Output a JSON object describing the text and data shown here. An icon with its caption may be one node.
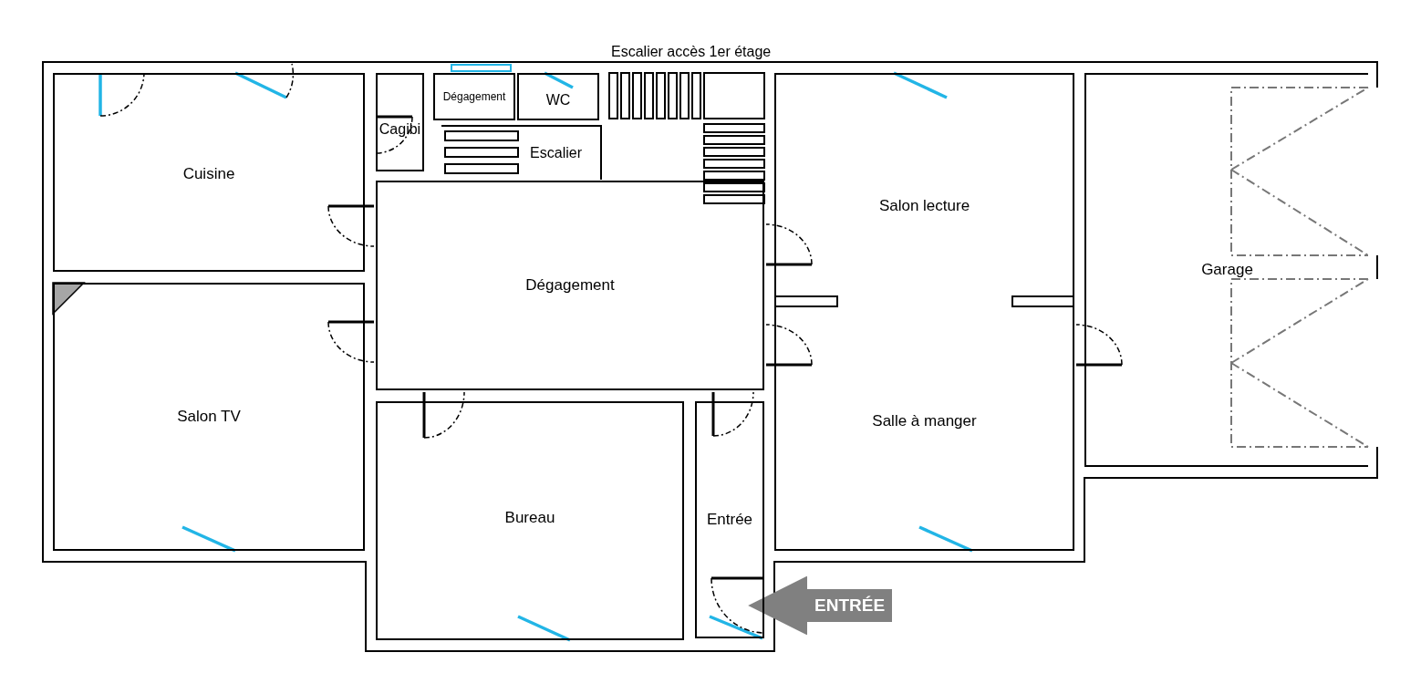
{
  "diagram": {
    "nodes": [
      {
        "text": [
          "Cuisine"
        ]
      },
      {
        "text": [
          "Cagibi"
        ]
      },
      {
        "text": [
          "Dégagement"
        ]
      },
      {
        "text": [
          "WC"
        ]
      },
      {
        "text": [
          "Escalier"
        ]
      },
      {
        "text": [
          "Dégagement"
        ]
      },
      {
        "text": [
          "Salon lecture"
        ]
      },
      {
        "text": [
          "Garage"
        ]
      },
      {
        "text": [
          "Salon TV"
        ]
      },
      {
        "text": [
          "Bureau"
        ]
      },
      {
        "text": [
          "Entrée"
        ]
      },
      {
        "text": [
          "Salle à manger"
        ]
      }
    ],
    "edges": [
      {
        "from": null,
        "to": 10,
        "arrow": "to",
        "label": "ENTRÉE",
        "color": "#808080"
      }
    ],
    "labels": [
      "Escalier accès 1er étage"
    ]
  }
}
